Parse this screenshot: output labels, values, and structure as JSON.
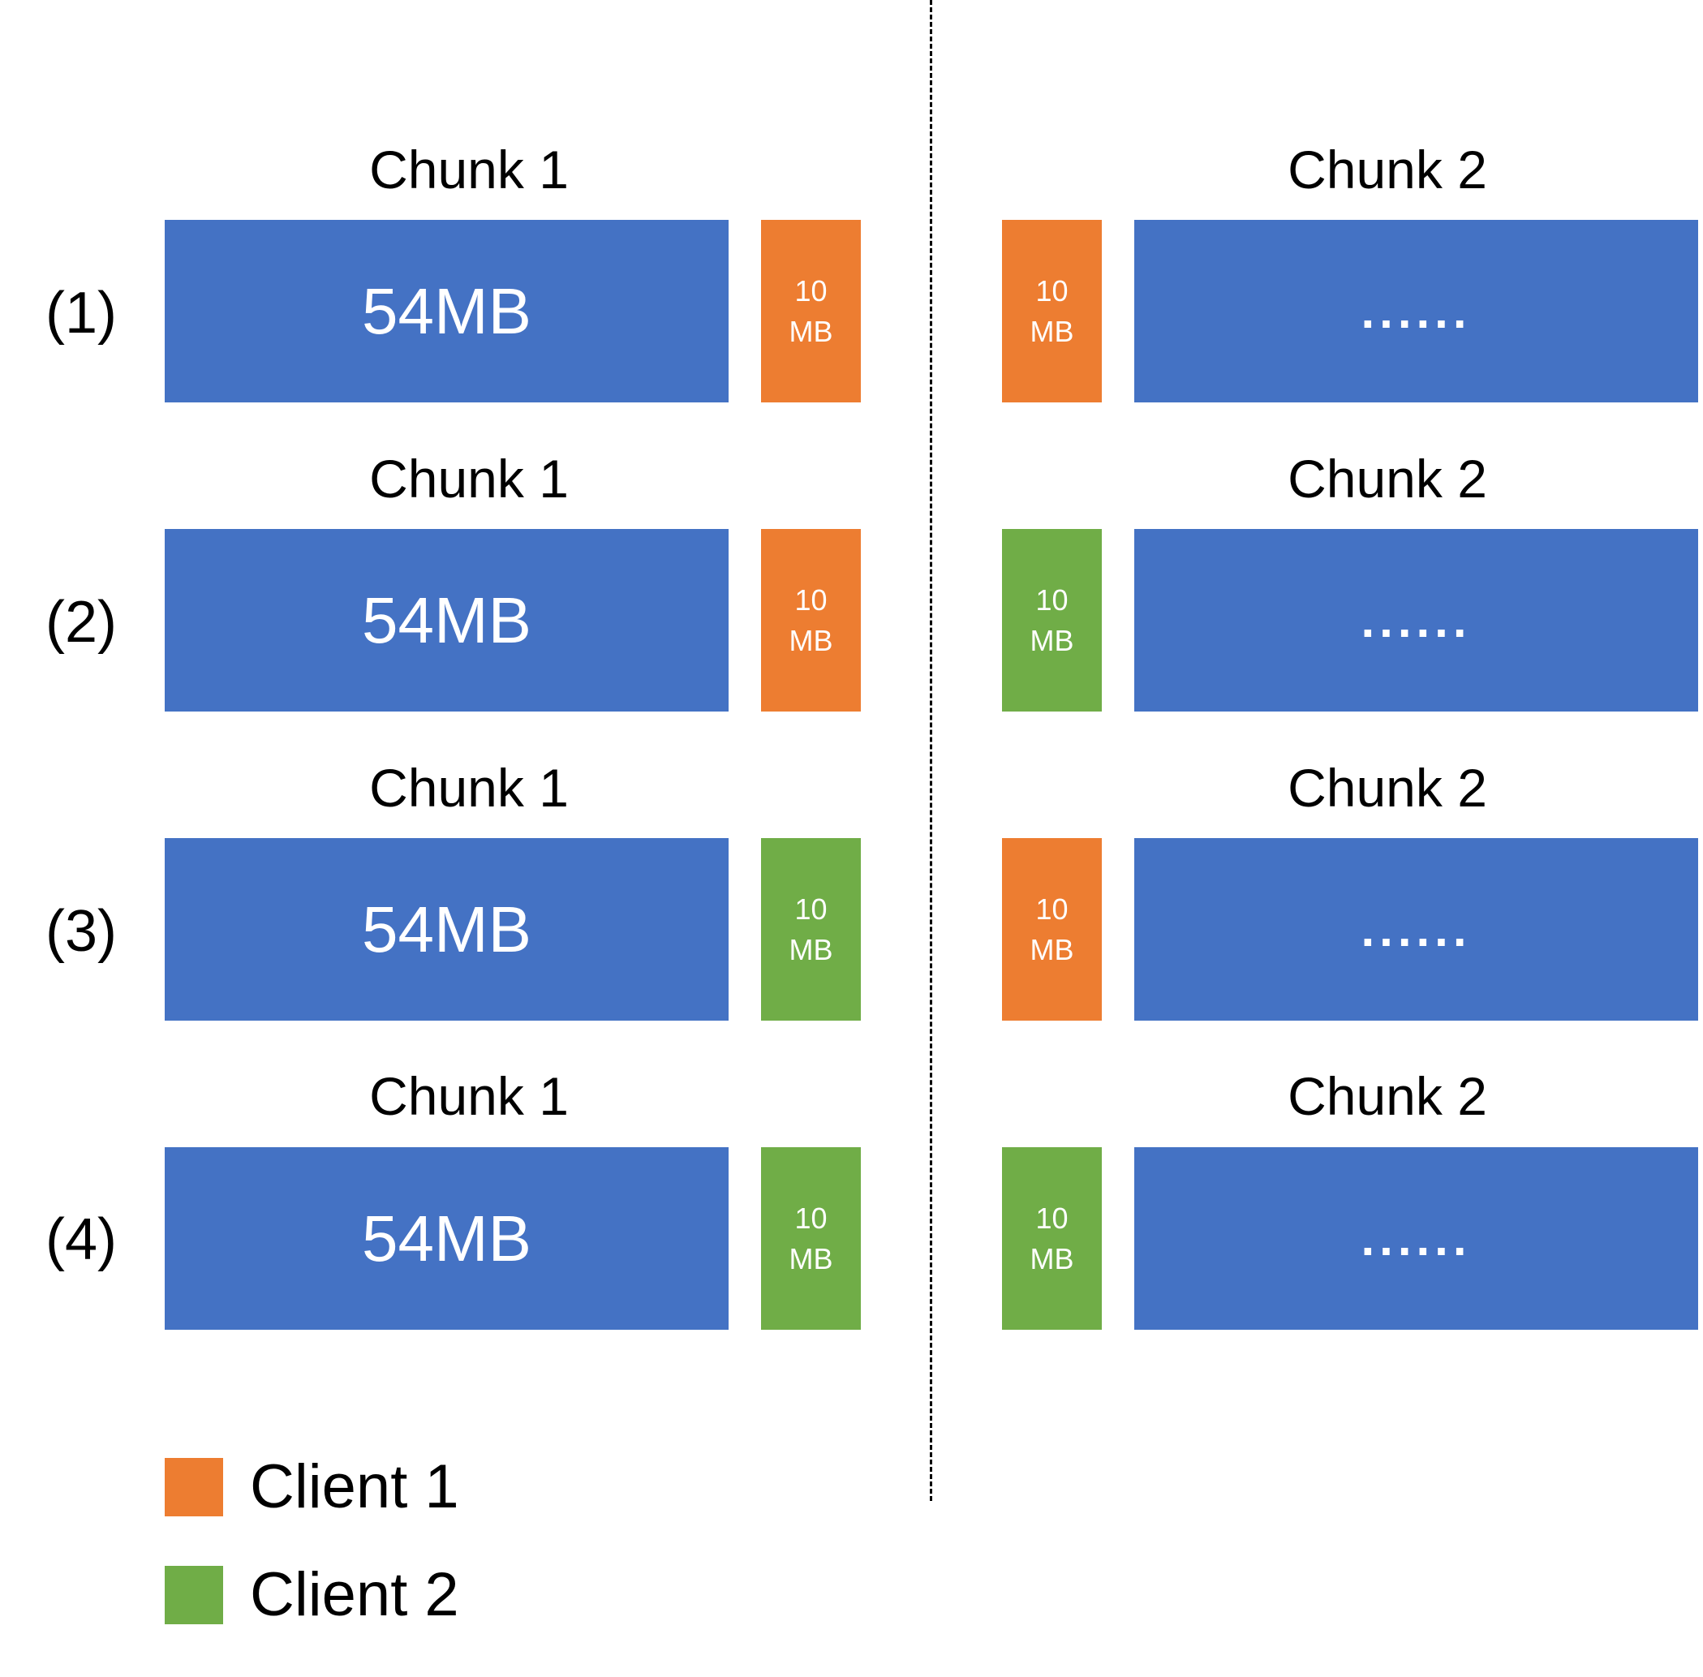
{
  "colors": {
    "data_block": "#4472C4",
    "client_1": "#ED7D31",
    "client_2": "#70AD47"
  },
  "rows": [
    {
      "label": "(1)",
      "chunk1_title": "Chunk 1",
      "chunk2_title": "Chunk 2",
      "chunk1_size": "54MB",
      "chunk1_tail": {
        "num": "10",
        "unit": "MB",
        "client": "client_1"
      },
      "chunk2_head": {
        "num": "10",
        "unit": "MB",
        "client": "client_1"
      },
      "chunk2_rest": "......"
    },
    {
      "label": "(2)",
      "chunk1_title": "Chunk 1",
      "chunk2_title": "Chunk 2",
      "chunk1_size": "54MB",
      "chunk1_tail": {
        "num": "10",
        "unit": "MB",
        "client": "client_1"
      },
      "chunk2_head": {
        "num": "10",
        "unit": "MB",
        "client": "client_2"
      },
      "chunk2_rest": "......"
    },
    {
      "label": "(3)",
      "chunk1_title": "Chunk 1",
      "chunk2_title": "Chunk 2",
      "chunk1_size": "54MB",
      "chunk1_tail": {
        "num": "10",
        "unit": "MB",
        "client": "client_2"
      },
      "chunk2_head": {
        "num": "10",
        "unit": "MB",
        "client": "client_1"
      },
      "chunk2_rest": "......"
    },
    {
      "label": "(4)",
      "chunk1_title": "Chunk 1",
      "chunk2_title": "Chunk 2",
      "chunk1_size": "54MB",
      "chunk1_tail": {
        "num": "10",
        "unit": "MB",
        "client": "client_2"
      },
      "chunk2_head": {
        "num": "10",
        "unit": "MB",
        "client": "client_2"
      },
      "chunk2_rest": "......"
    }
  ],
  "legend": [
    {
      "label": "Client 1",
      "client": "client_1"
    },
    {
      "label": "Client 2",
      "client": "client_2"
    }
  ]
}
